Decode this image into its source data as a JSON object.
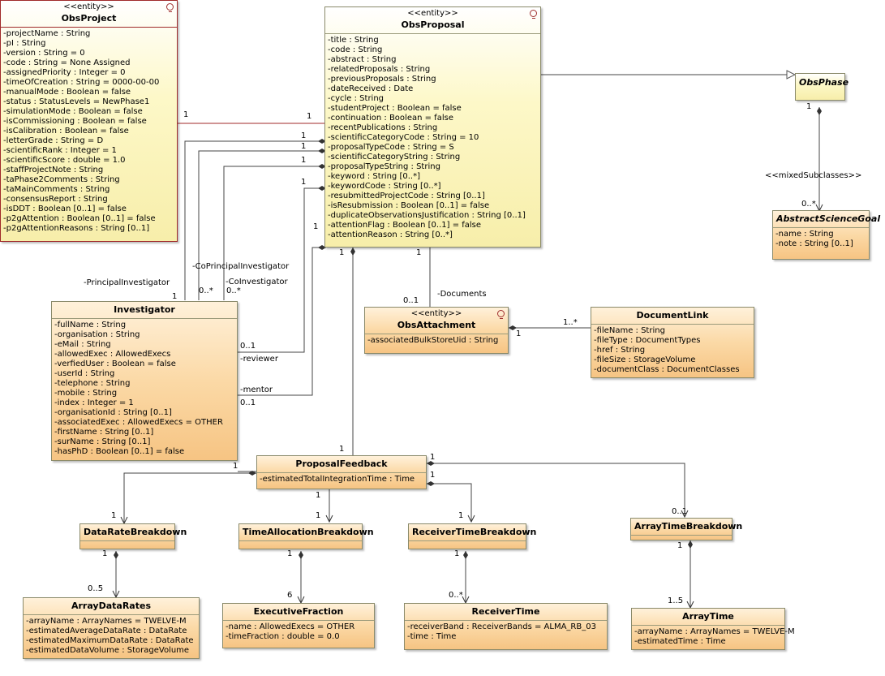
{
  "classes": {
    "obs_project": {
      "stereotype": "<<entity>>",
      "name": "ObsProject",
      "attributes": [
        "-projectName : String",
        "-pI : String",
        "-version : String = 0",
        "-code : String = None Assigned",
        "-assignedPriority : Integer = 0",
        "-timeOfCreation : String = 0000-00-00",
        "-manualMode : Boolean = false",
        "-status : StatusLevels = NewPhase1",
        "-simulationMode : Boolean = false",
        "-isCommissioning : Boolean = false",
        "-isCalibration : Boolean = false",
        "-letterGrade : String = D",
        "-scientificRank : Integer = 1",
        "-scientificScore : double = 1.0",
        "-staffProjectNote : String",
        "-taPhase2Comments : String",
        "-taMainComments : String",
        "-consensusReport : String",
        "-isDDT : Boolean [0..1] = false",
        "-p2gAttention : Boolean [0..1] = false",
        "-p2gAttentionReasons : String [0..1]"
      ]
    },
    "obs_proposal": {
      "stereotype": "<<entity>>",
      "name": "ObsProposal",
      "attributes": [
        "-title : String",
        "-code : String",
        "-abstract : String",
        "-relatedProposals : String",
        "-previousProposals : String",
        "-dateReceived : Date",
        "-cycle : String",
        "-studentProject : Boolean = false",
        "-continuation : Boolean = false",
        "-recentPublications : String",
        "-scientificCategoryCode : String = 10",
        "-proposalTypeCode : String = S",
        "-scientificCategoryString : String",
        "-proposalTypeString : String",
        "-keyword : String [0..*]",
        "-keywordCode : String [0..*]",
        "-resubmittedProjectCode : String [0..1]",
        "-isResubmission : Boolean [0..1] = false",
        "-duplicateObservationsJustification : String [0..1]",
        "-attentionFlag : Boolean [0..1] = false",
        "-attentionReason : String [0..*]"
      ]
    },
    "obs_phase": {
      "name": "ObsPhase",
      "attributes": []
    },
    "abstract_science_goal": {
      "name": "AbstractScienceGoal",
      "attributes": [
        "-name : String",
        "-note : String [0..1]"
      ]
    },
    "investigator": {
      "name": "Investigator",
      "attributes": [
        "-fullName : String",
        "-organisation : String",
        "-eMail : String",
        "-allowedExec : AllowedExecs",
        "-verfiedUser : Boolean = false",
        "-userId : String",
        "-telephone : String",
        "-mobile : String",
        "-index : Integer = 1",
        "-organisationId : String [0..1]",
        "-associatedExec : AllowedExecs = OTHER",
        "-firstName : String [0..1]",
        "-surName : String [0..1]",
        "-hasPhD : Boolean [0..1] = false"
      ]
    },
    "obs_attachment": {
      "stereotype": "<<entity>>",
      "name": "ObsAttachment",
      "attributes": [
        "-associatedBulkStoreUid : String"
      ]
    },
    "document_link": {
      "name": "DocumentLink",
      "attributes": [
        "-fileName : String",
        "-fileType : DocumentTypes",
        "-href : String",
        "-fileSize : StorageVolume",
        "-documentClass : DocumentClasses"
      ]
    },
    "proposal_feedback": {
      "name": "ProposalFeedback",
      "attributes": [
        "-estimatedTotalIntegrationTime : Time"
      ]
    },
    "data_rate_breakdown": {
      "name": "DataRateBreakdown",
      "attributes": []
    },
    "time_allocation_breakdown": {
      "name": "TimeAllocationBreakdown",
      "attributes": []
    },
    "receiver_time_breakdown": {
      "name": "ReceiverTimeBreakdown",
      "attributes": []
    },
    "array_time_breakdown": {
      "name": "ArrayTimeBreakdown",
      "attributes": []
    },
    "array_data_rates": {
      "name": "ArrayDataRates",
      "attributes": [
        "-arrayName : ArrayNames = TWELVE-M",
        "-estimatedAverageDataRate : DataRate",
        "-estimatedMaximumDataRate : DataRate",
        "-estimatedDataVolume : StorageVolume"
      ]
    },
    "executive_fraction": {
      "name": "ExecutiveFraction",
      "attributes": [
        "-name : AllowedExecs = OTHER",
        "-timeFraction : double = 0.0"
      ]
    },
    "receiver_time": {
      "name": "ReceiverTime",
      "attributes": [
        "-receiverBand : ReceiverBands = ALMA_RB_03",
        "-time : Time"
      ]
    },
    "array_time": {
      "name": "ArrayTime",
      "attributes": [
        "-arrayName : ArrayNames = TWELVE-M",
        "-estimatedTime : Time"
      ]
    }
  },
  "labels": {
    "project_proposal_left_mult": "1",
    "project_proposal_right_mult": "1",
    "phase_mult": "1",
    "mixed_subclasses": "<<mixedSubclasses>>",
    "goal_mult": "0..*",
    "pi_mult_1": "1",
    "copi_mult_1": "1",
    "coi_mult_1": "1",
    "reviewer_mult_1": "1",
    "mentor_mult_1": "1",
    "principal_investigator_role": "-PrincipalInvestigator",
    "principal_investigator_mult": "1",
    "co_principal_investigator_role": "-CoPrincipalInvestigator",
    "co_principal_investigator_mult": "0..*",
    "co_investigator_role": "-CoInvestigator",
    "co_investigator_mult": "0..*",
    "reviewer_mult": "0..1",
    "reviewer_role": "-reviewer",
    "mentor_role": "-mentor",
    "mentor_mult": "0..1",
    "proposal_feedback_top_mult": "1",
    "feedback_mult": "1",
    "proposal_docs_mult": "1",
    "documents_role": "-Documents",
    "attachment_mult": "0..1",
    "attachment_link_mult": "1",
    "document_link_mult": "1..*",
    "investigator_feedback_mult": "1",
    "feedback_array_time_mult": "1",
    "feedback_receiver_mult": "1",
    "data_rate_mult": "1",
    "time_alloc_top_mult": "1",
    "time_alloc_mult": "1",
    "receiver_breakdown_mult": "1",
    "array_breakdown_mult": "0..1",
    "data_rate_comp_mult": "1",
    "array_data_rates_mult": "0..5",
    "time_alloc_comp_mult": "1",
    "executive_fraction_mult": "6",
    "receiver_comp_mult": "1",
    "receiver_time_mult": "0..*",
    "array_breakdown_comp_mult": "1",
    "array_time_mult": "1..5"
  }
}
